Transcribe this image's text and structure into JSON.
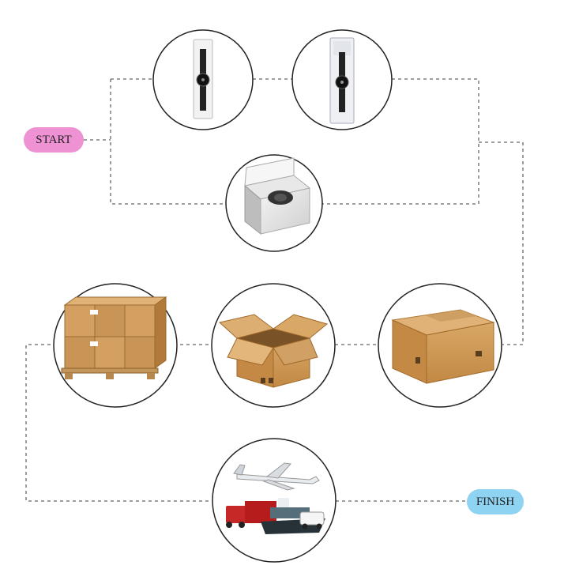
{
  "labels": {
    "start": "START",
    "finish": "FINISH"
  },
  "colors": {
    "start_pill": "#ee92d4",
    "finish_pill": "#8fd3f2",
    "connector": "#666666",
    "circle_outline": "#222222"
  },
  "steps": [
    {
      "id": "watch-on-card",
      "icon": "watch-on-display-card"
    },
    {
      "id": "watch-in-sleeve",
      "icon": "watch-in-plastic-sleeve"
    },
    {
      "id": "watch-gift-box",
      "icon": "watch-in-gift-box"
    },
    {
      "id": "sealed-carton",
      "icon": "sealed-cardboard-box"
    },
    {
      "id": "open-carton",
      "icon": "open-cardboard-box"
    },
    {
      "id": "palletized-cartons",
      "icon": "cartons-on-pallet"
    },
    {
      "id": "shipping",
      "icon": "plane-truck-ship-van"
    }
  ]
}
